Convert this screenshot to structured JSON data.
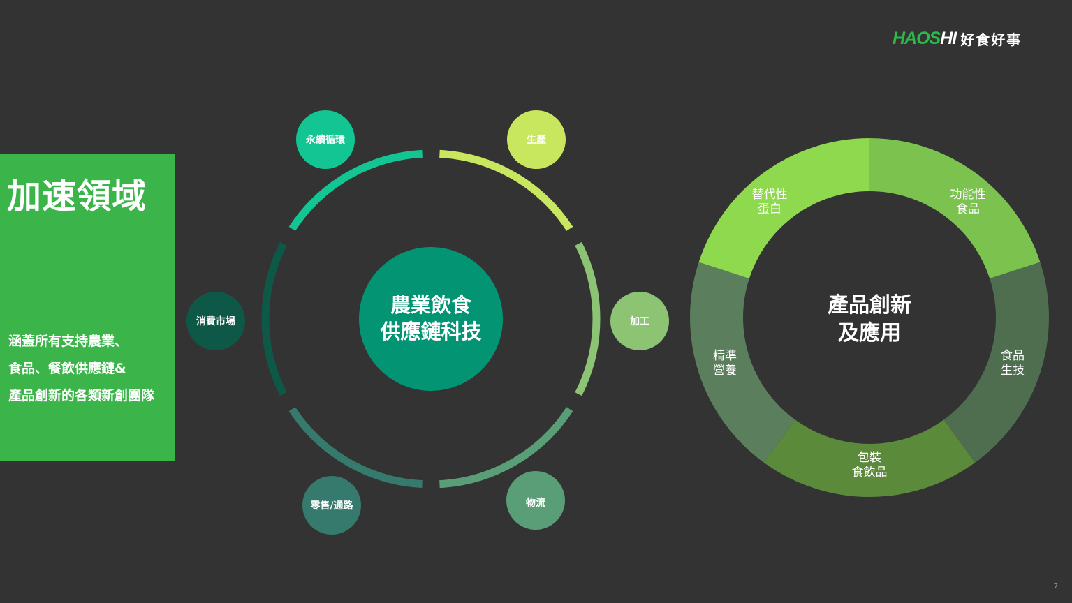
{
  "logo": {
    "word_green": "HAOS",
    "word_white": "HI",
    "chinese": "好食好事"
  },
  "panel": {
    "title": "加速領域",
    "lines": [
      "涵蓋所有支持農業、",
      "食品、餐飲供應鏈&",
      "產品創新的各類新創團隊"
    ]
  },
  "cycle": {
    "center_line1": "農業飲食",
    "center_line2": "供應鏈科技",
    "nodes": [
      {
        "label": "生產",
        "color": "#c8e65e"
      },
      {
        "label": "加工",
        "color": "#8cc474"
      },
      {
        "label": "物流",
        "color": "#5a9e78"
      },
      {
        "label": "零售/通路",
        "color": "#357a6c"
      },
      {
        "label": "消費市場",
        "color": "#0e5848"
      },
      {
        "label": "永續循環",
        "color": "#12c593"
      }
    ],
    "arc_colors": [
      "#c8e65e",
      "#8cc474",
      "#5a9e78",
      "#357a6c",
      "#0e5848",
      "#12c593"
    ],
    "center_color": "#039474"
  },
  "donut": {
    "center_line1": "產品創新",
    "center_line2": "及應用",
    "segments": [
      {
        "line1": "功能性",
        "line2": "食品",
        "color": "#7cc24f"
      },
      {
        "line1": "食品",
        "line2": "生技",
        "color": "#4f6e50"
      },
      {
        "line1": "包裝",
        "line2": "食飲品",
        "color": "#5b8a3a"
      },
      {
        "line1": "精準",
        "line2": "營養",
        "color": "#5b7e5c"
      },
      {
        "line1": "替代性",
        "line2": "蛋白",
        "color": "#8fd94e"
      }
    ]
  },
  "page_number": "7"
}
